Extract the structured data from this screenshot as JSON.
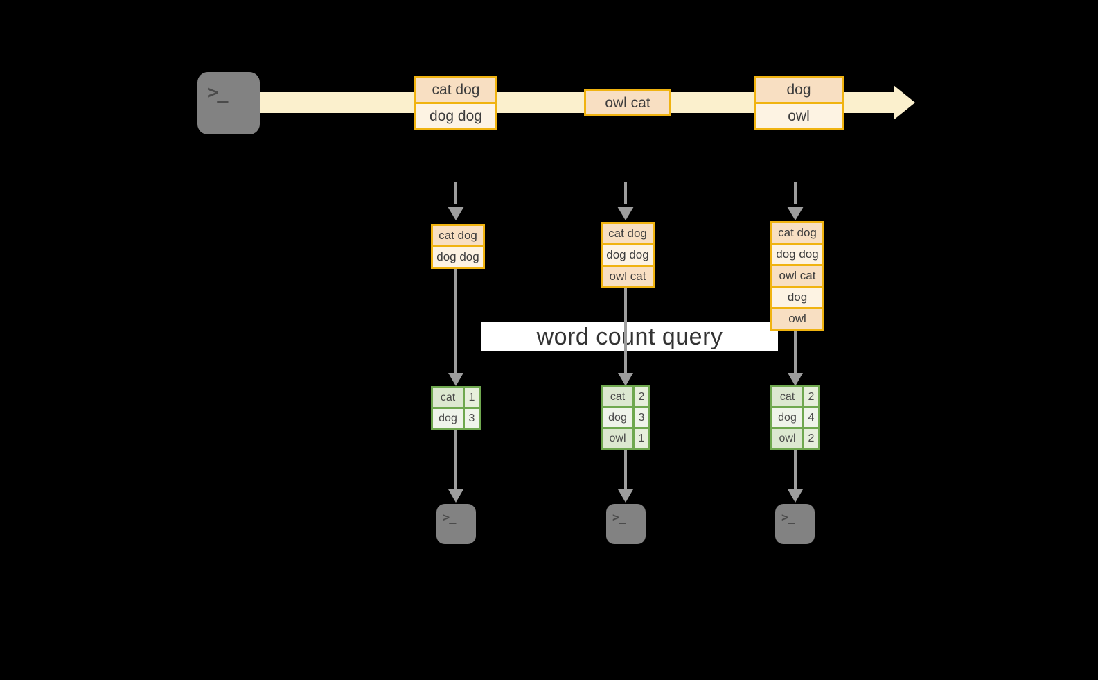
{
  "diagram_title": "word count query",
  "stream": {
    "events": [
      {
        "lines": [
          "cat dog",
          "dog dog"
        ]
      },
      {
        "lines": [
          "owl cat"
        ]
      },
      {
        "lines": [
          "dog",
          "owl"
        ]
      }
    ]
  },
  "pipelines": [
    {
      "state_lines": [
        "cat dog",
        "dog dog"
      ],
      "counts": [
        {
          "word": "cat",
          "count": "1"
        },
        {
          "word": "dog",
          "count": "3"
        }
      ]
    },
    {
      "state_lines": [
        "cat dog",
        "dog dog",
        "owl cat"
      ],
      "counts": [
        {
          "word": "cat",
          "count": "2"
        },
        {
          "word": "dog",
          "count": "3"
        },
        {
          "word": "owl",
          "count": "1"
        }
      ]
    },
    {
      "state_lines": [
        "cat dog",
        "dog dog",
        "owl cat",
        "dog",
        "owl"
      ],
      "counts": [
        {
          "word": "cat",
          "count": "2"
        },
        {
          "word": "dog",
          "count": "4"
        },
        {
          "word": "owl",
          "count": "2"
        }
      ]
    }
  ],
  "icons": {
    "terminal_prompt": ">_"
  },
  "colors": {
    "background": "#000000",
    "stream_fill": "#fbf0cd",
    "event_border": "#f0b310",
    "event_fill_dark": "#f8dfc2",
    "event_fill_light": "#fdf3e3",
    "table_border": "#6fa84f",
    "table_fill_dark": "#dce8d0",
    "table_fill_light": "#eff4ea",
    "arrow_gray": "#9d9d9d",
    "terminal_gray": "#828282",
    "query_band_bg": "#ffffff",
    "text": "#3d3d3d"
  }
}
